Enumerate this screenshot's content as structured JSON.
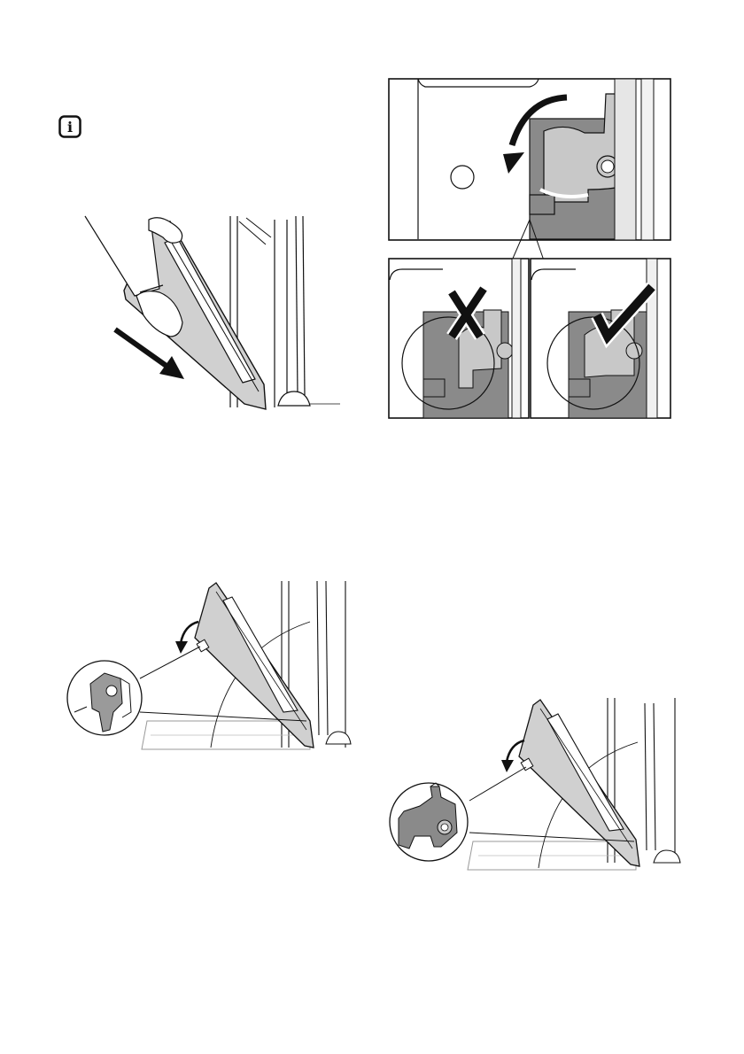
{
  "page": {
    "info_icon": {
      "icon": "info-icon",
      "glyph": "i"
    },
    "figures": [
      {
        "id": "remove-door",
        "icon": "arrow-icon"
      },
      {
        "id": "hinge-check",
        "marks": [
          "cross-icon",
          "check-icon"
        ]
      },
      {
        "id": "hinge-left",
        "icon": "curved-arrow-icon"
      },
      {
        "id": "hinge-right",
        "icon": "curved-arrow-icon"
      }
    ],
    "colors": {
      "line": "#111111",
      "grey_dark": "#8a8a8a",
      "grey_light": "#c8c8c8",
      "bg": "#ffffff"
    }
  }
}
